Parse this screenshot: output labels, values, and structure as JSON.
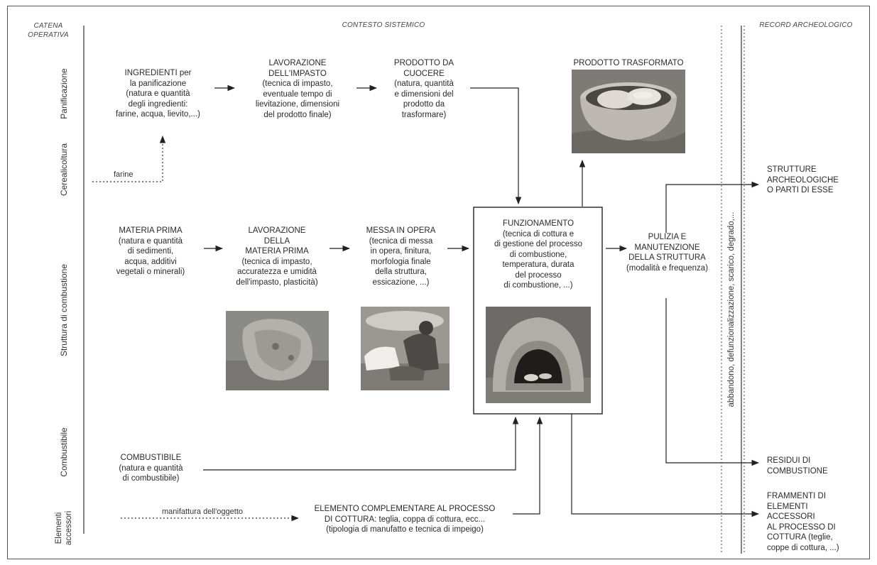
{
  "headers": {
    "catena": [
      "CATENA",
      "OPERATIVA"
    ],
    "contesto": "CONTESTO SISTEMICO",
    "record": "RECORD ARCHEOLOGICO"
  },
  "rows": {
    "panificazione": "Panificazione",
    "cerealicoltura": "Cerealicoltura",
    "struttura": "Struttura di combustione",
    "combustibile": "Combustibile",
    "elementi": [
      "Elementi",
      "accessori"
    ]
  },
  "nodes": {
    "ingredienti": [
      "INGREDIENTI per",
      "la panificazione",
      "(natura e quantità",
      "degli ingredienti:",
      "farine, acqua, lievito,...)"
    ],
    "lavorazione_impasto": [
      "LAVORAZIONE",
      "DELL'IMPASTO",
      "(tecnica di impasto,",
      "eventuale tempo di",
      "lievitazione, dimensioni",
      "del prodotto finale)"
    ],
    "prodotto_cuocere": [
      "PRODOTTO DA",
      "CUOCERE",
      "(natura, quantità",
      "e dimensioni del",
      "prodotto da",
      "trasformare)"
    ],
    "prodotto_trasformato": "PRODOTTO TRASFORMATO",
    "materia_prima": [
      "MATERIA PRIMA",
      "(natura e quantità",
      "di sedimenti,",
      "acqua, additivi",
      "vegetali o minerali)"
    ],
    "lavorazione_materia": [
      "LAVORAZIONE",
      "DELLA",
      "MATERIA PRIMA",
      "(tecnica di impasto,",
      "accuratezza e umidità",
      "dell'impasto, plasticità)"
    ],
    "messa_opera": [
      "MESSA IN OPERA",
      "(tecnica di messa",
      "in opera, finitura,",
      "morfologia finale",
      "della struttura,",
      "essicazione, ...)"
    ],
    "funzionamento": [
      "FUNZIONAMENTO",
      "(tecnica di cottura e",
      "di gestione del processo",
      "di combustione,",
      "temperatura, durata",
      "del processo",
      "di combustione, ...)"
    ],
    "pulizia": [
      "PULIZIA E",
      "MANUTENZIONE",
      "DELLA STRUTTURA",
      "(modalità e frequenza)"
    ],
    "combustibile": [
      "COMBUSTIBILE",
      "(natura e quantità",
      "di combustibile)"
    ],
    "elemento_compl": [
      "ELEMENTO COMPLEMENTARE AL PROCESSO",
      "DI COTTURA: teglia, coppa di cottura, ecc...",
      "(tipologia di manufatto e tecnica di impeigo)"
    ],
    "farine": "farine",
    "manifattura": "manifattura dell'oggetto",
    "abbandono": "abbandono, defunzionalizzazione, scarico, degrado,...",
    "strutture_arch": [
      "STRUTTURE",
      "ARCHEOLOGICHE",
      "O PARTI DI ESSE"
    ],
    "residui": [
      "RESIDUI DI",
      "COMBUSTIONE"
    ],
    "frammenti": [
      "FRAMMENTI DI",
      "ELEMENTI",
      "ACCESSORI",
      "AL PROCESSO DI",
      "COTTURA (teglie,",
      "coppe di cottura,  ...)"
    ]
  }
}
